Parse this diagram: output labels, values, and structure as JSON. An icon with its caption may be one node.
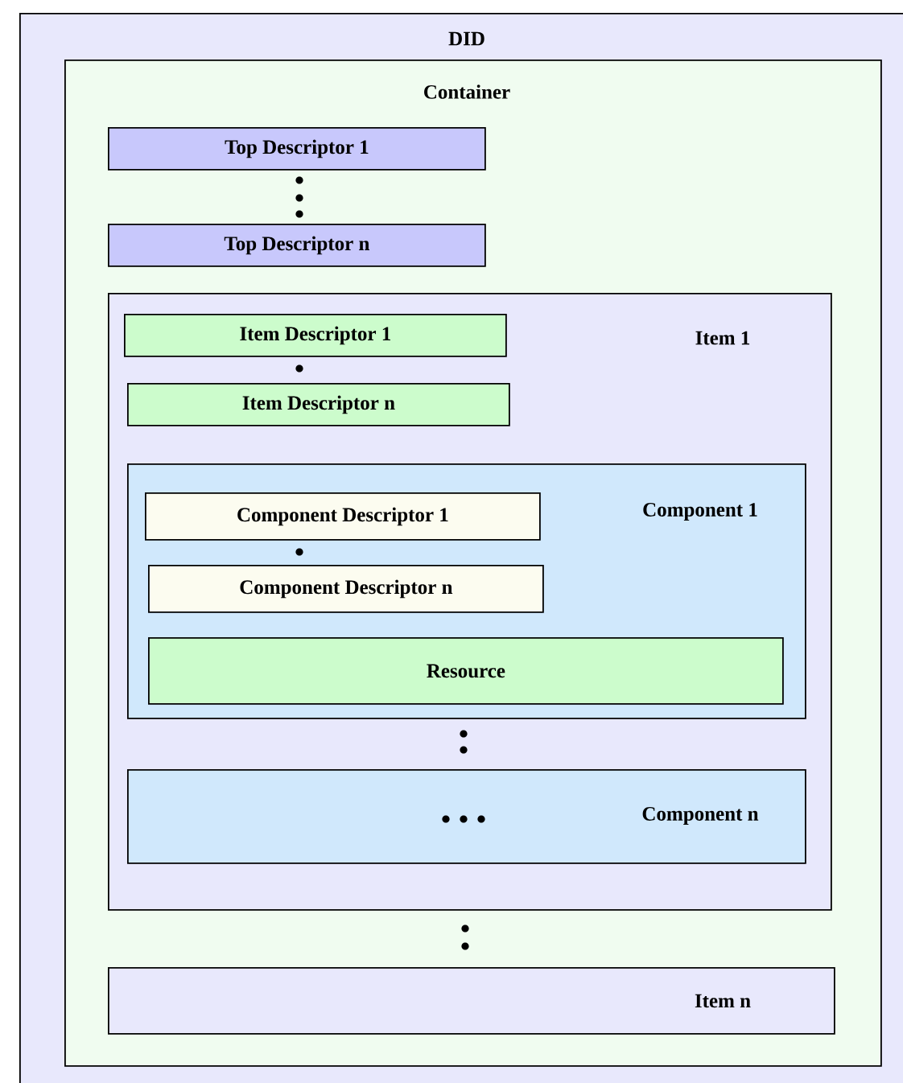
{
  "diagram": {
    "nodes": [
      {
        "text": [
          "DID"
        ]
      },
      {
        "text": [
          "Container"
        ],
        "in": 0
      },
      {
        "text": [
          "Top Descriptor 1"
        ],
        "in": 1
      },
      {
        "text": [
          "Top Descriptor n"
        ],
        "in": 1
      },
      {
        "text": [
          "Item 1"
        ],
        "in": 1
      },
      {
        "text": [
          "Item Descriptor 1"
        ],
        "in": 4
      },
      {
        "text": [
          "Item Descriptor n"
        ],
        "in": 4
      },
      {
        "text": [
          "Component 1"
        ],
        "in": 4
      },
      {
        "text": [
          "Component Descriptor 1"
        ],
        "in": 7
      },
      {
        "text": [
          "Component Descriptor n"
        ],
        "in": 7
      },
      {
        "text": [
          "Resource"
        ],
        "in": 7
      },
      {
        "text": [
          "Component n"
        ],
        "in": 4
      },
      {
        "text": [
          "Item n"
        ],
        "in": 1
      }
    ]
  }
}
